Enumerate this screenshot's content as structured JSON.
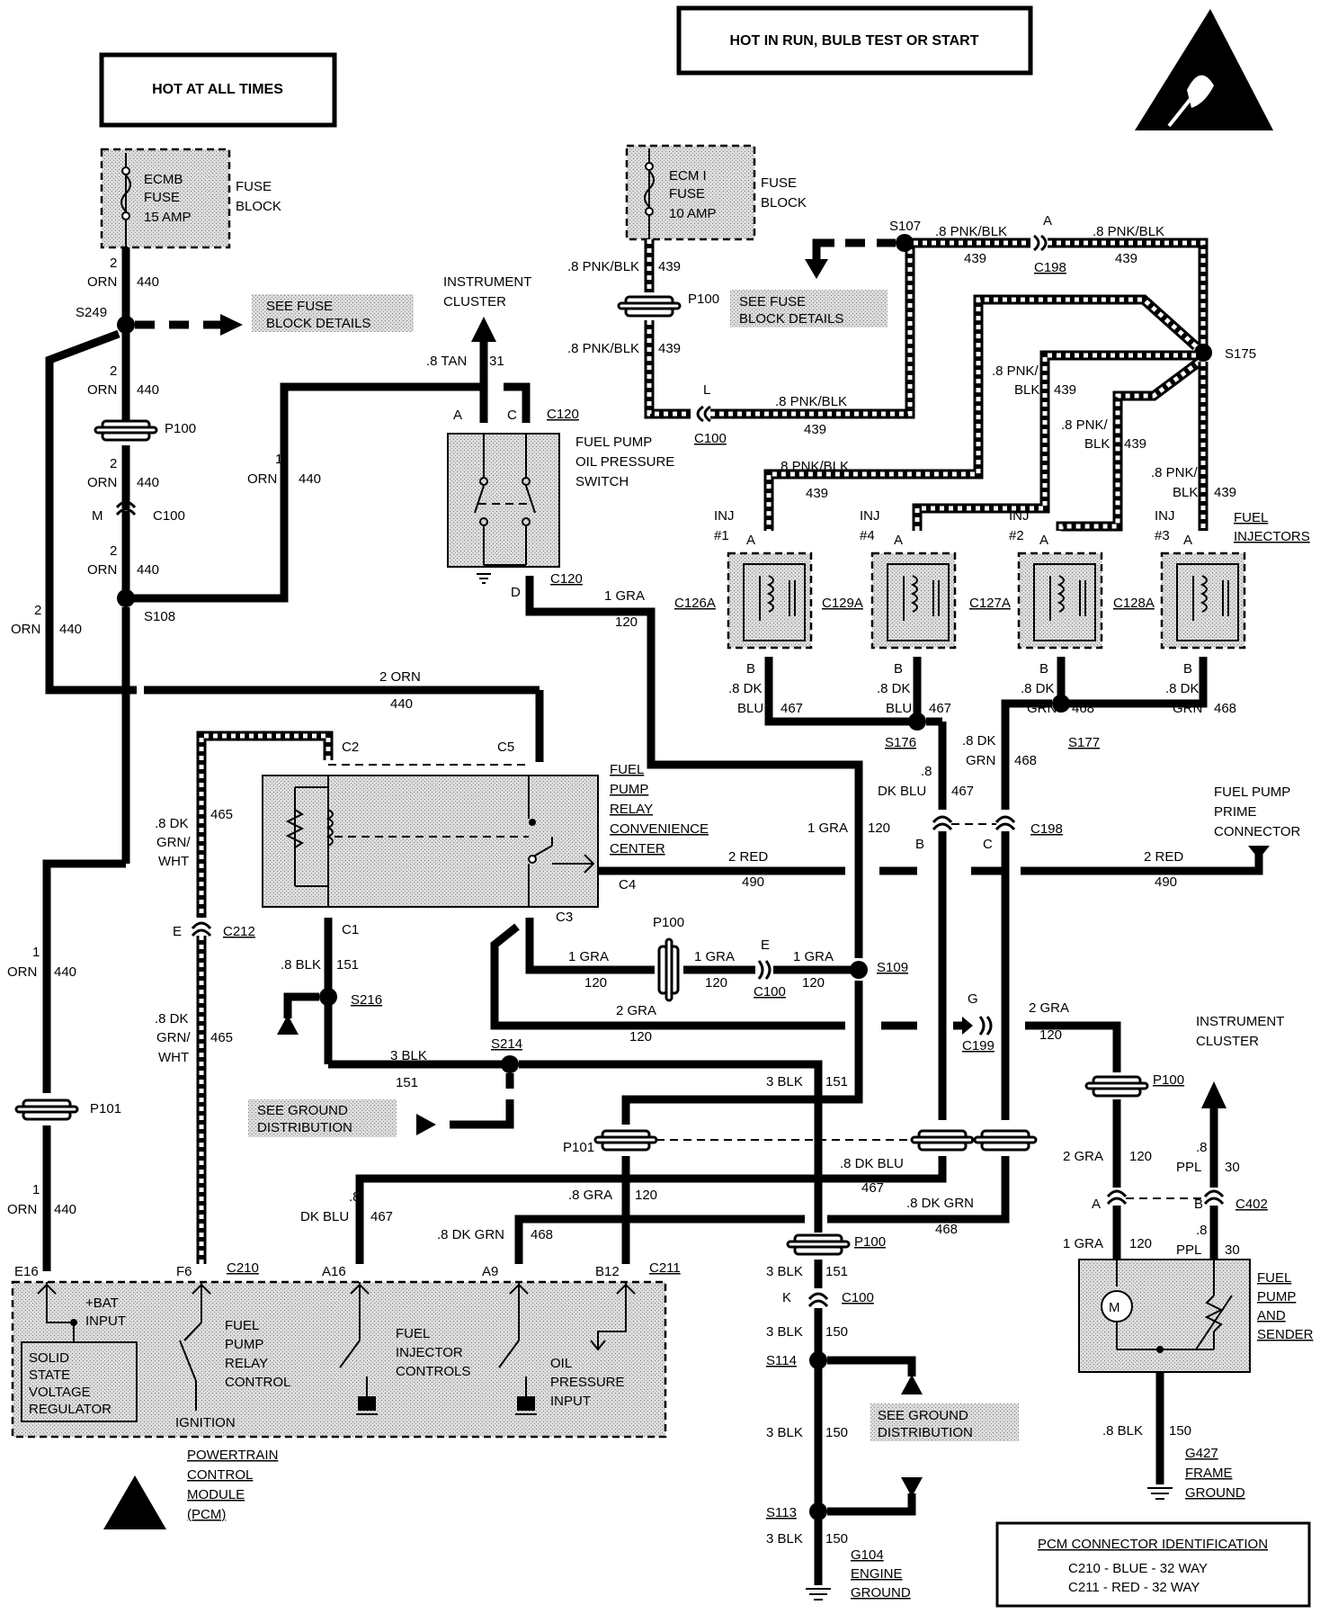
{
  "headers": {
    "hot_at_all_times": "HOT AT ALL TIMES",
    "hot_in_run": "HOT IN RUN, BULB TEST OR START"
  },
  "fuse_left": {
    "name": "ECMB",
    "fuse": "FUSE",
    "amp": "15 AMP",
    "label1": "FUSE",
    "label2": "BLOCK"
  },
  "fuse_right": {
    "name": "ECM I",
    "fuse": "FUSE",
    "amp": "10 AMP",
    "label1": "FUSE",
    "label2": "BLOCK"
  },
  "see_fuse": {
    "line1": "SEE FUSE",
    "line2": "BLOCK DETAILS"
  },
  "see_ground": {
    "line1": "SEE GROUND",
    "line2": "DISTRIBUTION"
  },
  "components": {
    "instrument_cluster_top": [
      "INSTRUMENT",
      "CLUSTER"
    ],
    "oil_switch": [
      "FUEL PUMP",
      "OIL PRESSURE",
      "SWITCH"
    ],
    "relay": [
      "FUEL",
      "PUMP",
      "RELAY",
      "CONVENIENCE",
      "CENTER"
    ],
    "prime": [
      "FUEL PUMP",
      "PRIME",
      "CONNECTOR"
    ],
    "fuel_injectors": [
      "FUEL",
      "INJECTORS"
    ],
    "instrument_cluster_right": [
      "INSTRUMENT",
      "CLUSTER"
    ],
    "pump_sender": [
      "FUEL",
      "PUMP",
      "AND",
      "SENDER"
    ],
    "pcm": [
      "POWERTRAIN",
      "CONTROL",
      "MODULE",
      "(PCM)"
    ],
    "pcm_inner": {
      "bat": [
        "+BAT",
        "INPUT"
      ],
      "regulator": [
        "SOLID",
        "STATE",
        "VOLTAGE",
        "REGULATOR"
      ],
      "ignition": "IGNITION",
      "relay_ctrl": [
        "FUEL",
        "PUMP",
        "RELAY",
        "CONTROL"
      ],
      "inj_ctrl": [
        "FUEL",
        "INJECTOR",
        "CONTROLS"
      ],
      "oil_input": [
        "OIL",
        "PRESSURE",
        "INPUT"
      ]
    },
    "g427": [
      "G427",
      "FRAME",
      "GROUND"
    ],
    "g104": [
      "G104",
      "ENGINE",
      "GROUND"
    ]
  },
  "injectors": [
    {
      "name": "INJ",
      "num": "#1",
      "conn": "C126A",
      "pin_a": "A",
      "pin_b": "B"
    },
    {
      "name": "INJ",
      "num": "#4",
      "conn": "C129A",
      "pin_a": "A",
      "pin_b": "B"
    },
    {
      "name": "INJ",
      "num": "#2",
      "conn": "C127A",
      "pin_a": "A",
      "pin_b": "B"
    },
    {
      "name": "INJ",
      "num": "#3",
      "conn": "C128A",
      "pin_a": "A",
      "pin_b": "B"
    }
  ],
  "pcm_table": {
    "title": "PCM CONNECTOR IDENTIFICATION",
    "rows": [
      "C210 - BLUE  - 32 WAY",
      "C211 - RED   - 32 WAY"
    ]
  },
  "wire_text": {
    "orn2": "2",
    "orn": "ORN",
    "c440": "440",
    "orn1": "1",
    "pnkblk": ".8 PNK/BLK",
    "c439": "439",
    "pnk": ".8 PNK/",
    "blk": "BLK",
    "tan": ".8 TAN",
    "c31": "31",
    "gra1": "1 GRA",
    "c120": "120",
    "gra2": "2 GRA",
    "orn2b": "2 ORN",
    "dkblu8": ".8 DK",
    "blu": "BLU",
    "c467": "467",
    "grn": "GRN",
    "c468": "468",
    "dkblu": "DK BLU",
    "dkblu_full": ".8 DK BLU",
    "dkgrn_full": ".8 DK GRN",
    "dk8": ".8",
    "dkgrn8": ".8 DK",
    "grnwht": "GRN/",
    "wht": "WHT",
    "c465": "465",
    "red2": "2 RED",
    "c490": "490",
    "blk8": ".8 BLK",
    "c151": "151",
    "blk3": "3 BLK",
    "c150": "150",
    "gra8": ".8 GRA",
    "dkgrn8b": ".8 DK GRN",
    "ppl": "PPL",
    "c30": "30"
  },
  "refs": {
    "s249": "S249",
    "s108": "S108",
    "s107": "S107",
    "s175": "S175",
    "s176": "S176",
    "s177": "S177",
    "s109": "S109",
    "s216": "S216",
    "s214": "S214",
    "s114": "S114",
    "s113": "S113",
    "p100": "P100",
    "p101": "P101",
    "c100": "C100",
    "c120": "C120",
    "c198": "C198",
    "c199": "C199",
    "c212": "C212",
    "c210": "C210",
    "c211": "C211",
    "c402": "C402",
    "c2": "C2",
    "c5": "C5",
    "c1": "C1",
    "c3": "C3",
    "c4": "C4",
    "pin_a": "A",
    "pin_b": "B",
    "pin_c": "C",
    "pin_d": "D",
    "pin_e": "E",
    "pin_g": "G",
    "pin_k": "K",
    "pin_l": "L",
    "pin_m": "M",
    "e16": "E16",
    "f6": "F6",
    "a16": "A16",
    "a9": "A9",
    "b12": "B12"
  }
}
